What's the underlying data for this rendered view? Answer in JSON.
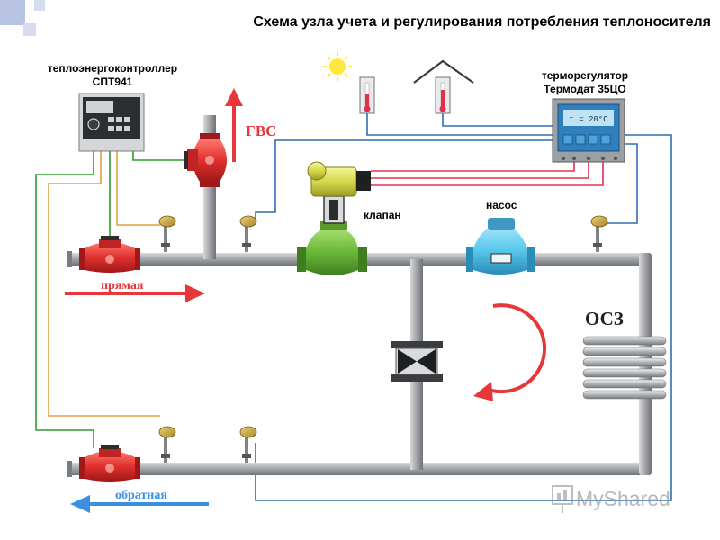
{
  "title": "Схема узла учета и регулирования потребления теплоносителя",
  "labels": {
    "controller_line1": "теплоэнергоконтроллер",
    "controller_line2": "СПТ941",
    "regulator_line1": "терморегулятор",
    "regulator_line2": "Термодат 35ЦО",
    "regulator_display": "t = 20°C",
    "hot_water": "ГВС",
    "valve": "клапан",
    "pump": "насос",
    "heating_system": "ОСЗ",
    "supply": "прямая",
    "return": "обратная",
    "watermark": "MyShared"
  },
  "colors": {
    "pipe": "#9a9ca0",
    "supply_arrow": "#e8373a",
    "return_arrow": "#3b8fe0",
    "hot_water_label": "#e8373a",
    "valve_green": "#6ab83a",
    "valve_yellow": "#d6d84a",
    "pump_blue": "#58c8ec",
    "meter_red": "#e0302e",
    "wire_green": "#2e9e2e",
    "wire_orange": "#e0a040",
    "wire_blue": "#2f6fb0",
    "wire_red": "#e0304c"
  },
  "icons": [
    "sun-icon",
    "house-icon",
    "thermometer-icon"
  ]
}
